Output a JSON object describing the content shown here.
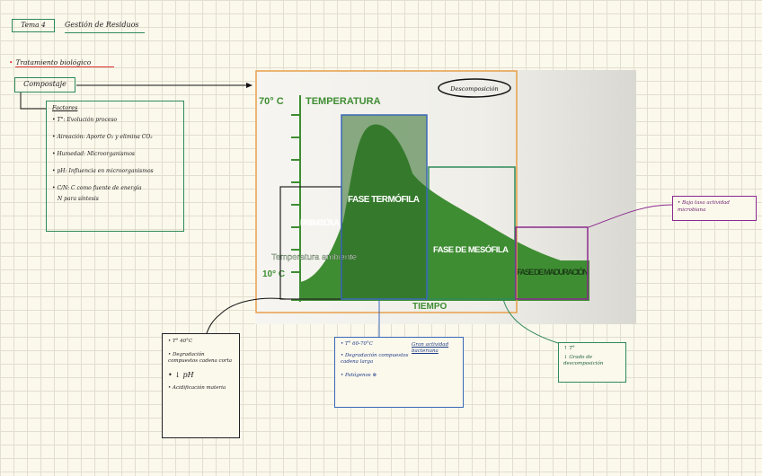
{
  "header": {
    "topic": "Tema 4",
    "title": "Gestión de Residuos"
  },
  "main_bullet": "Tratamiento biológico",
  "compost_label": "Compostaje",
  "factors": {
    "heading": "Factores",
    "items": [
      "• T°: Evolución proceso",
      "• Aireación: Aporte O₂ y elimina CO₂",
      "• Humedad: Microorganismos",
      "• pH: Influencia en microorganismos",
      "• C/N: C como fuente de energía",
      "N para síntesis"
    ]
  },
  "photo": {
    "decomposition_label": "Descomposición",
    "temp_high": "70° C",
    "temp_axis": "TEMPERATURA",
    "temp_low": "10° C",
    "ambient_label": "Temperatura ambiente",
    "time_axis": "TIEMPO",
    "phase_mesofila_1": "FASE MESÓFILA",
    "phase_termofila": "FASE TERMÓFILA",
    "phase_mesofila_2": "FASE DE MESÓFILA",
    "phase_maduracion": "FASE DE MADURACIÓN"
  },
  "notes": {
    "mesofila": [
      "• T° 40°C",
      "• Degradación compuestos cadena corta",
      "• ↓ pH",
      "• Acidificación materia"
    ],
    "termofila": [
      "• T° 60-70°C",
      "• Degradación compuestos cadena larga",
      "• Patógenos ⊗"
    ],
    "termofila_side": "Gran actividad bacteriana",
    "maduracion": [
      "↑ T°",
      "↓ Grado de descomposición"
    ],
    "actividad": "• Baja tasa actividad microbiana"
  },
  "colors": {
    "green_box": "#2f8a5a",
    "red_accent": "#dd3333",
    "blue_box": "#3a67b8",
    "purple_box": "#8a2a8e",
    "orange_frame": "#e8a04a"
  }
}
